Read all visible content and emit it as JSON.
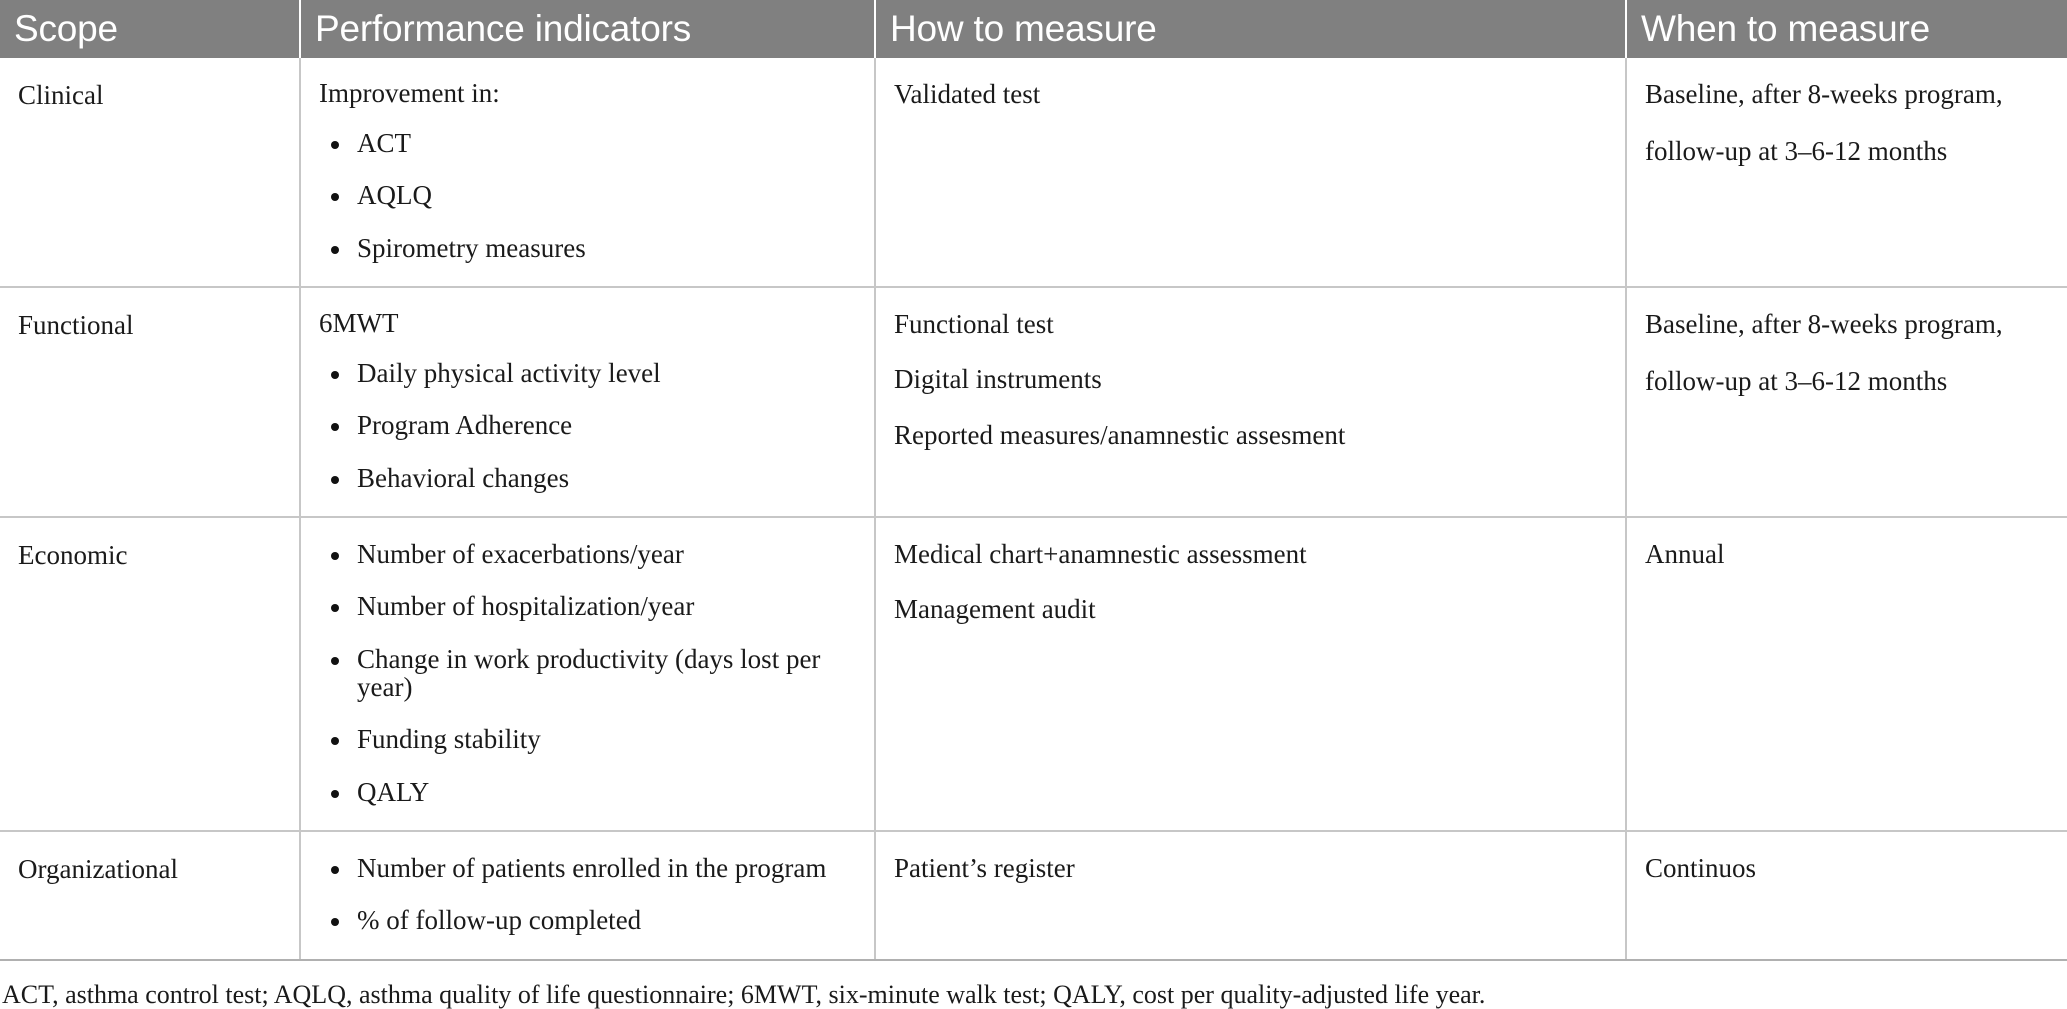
{
  "table": {
    "columns": [
      {
        "key": "scope",
        "label": "Scope"
      },
      {
        "key": "indicators",
        "label": "Performance indicators"
      },
      {
        "key": "how",
        "label": "How to measure"
      },
      {
        "key": "when",
        "label": "When to measure"
      }
    ],
    "header_background": "#808080",
    "header_text_color": "#ffffff",
    "grid_line_color": "#c7c7c7",
    "rows": [
      {
        "scope": "Clinical",
        "indicators_lead": "Improvement in:",
        "indicators_bullets": [
          "ACT",
          "AQLQ",
          "Spirometry measures"
        ],
        "how_lines": [
          "Validated test"
        ],
        "when_lines": [
          "Baseline, after 8-weeks program,",
          "follow-up at 3–6-12 months"
        ]
      },
      {
        "scope": "Functional",
        "indicators_lead": "6MWT",
        "indicators_bullets": [
          "Daily physical activity level",
          "Program Adherence",
          "Behavioral changes"
        ],
        "how_lines": [
          "Functional test",
          "Digital instruments",
          "Reported measures/anamnestic assesment"
        ],
        "when_lines": [
          "Baseline, after 8-weeks program,",
          "follow-up at 3–6-12 months"
        ]
      },
      {
        "scope": "Economic",
        "indicators_lead": "",
        "indicators_bullets": [
          "Number of exacerbations/year",
          "Number of hospitalization/year",
          "Change in work productivity (days lost per year)",
          "Funding stability",
          "QALY"
        ],
        "how_lines": [
          "Medical chart+anamnestic assessment",
          "Management audit"
        ],
        "when_lines": [
          "Annual"
        ]
      },
      {
        "scope": "Organizational",
        "indicators_lead": "",
        "indicators_bullets": [
          "Number of patients enrolled in the program",
          "% of follow-up completed"
        ],
        "how_lines": [
          "Patient’s register"
        ],
        "when_lines": [
          "Continuos"
        ]
      }
    ]
  },
  "footnote": "ACT, asthma control test; AQLQ, asthma quality of life questionnaire; 6MWT, six-minute walk test; QALY, cost per quality-adjusted life year."
}
